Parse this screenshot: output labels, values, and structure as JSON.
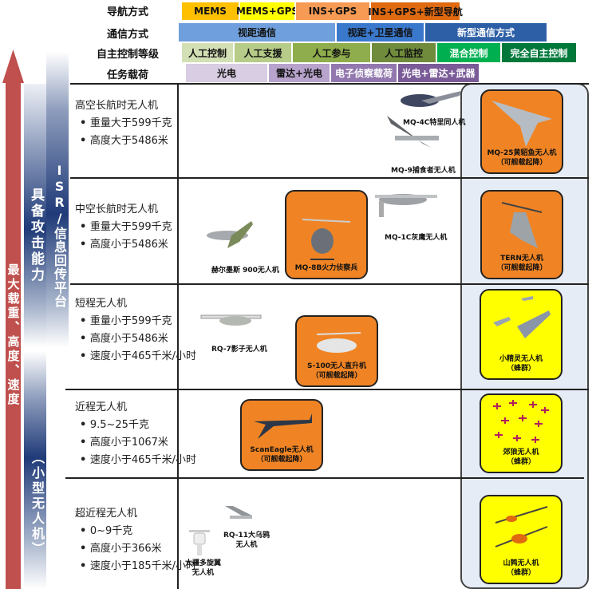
{
  "header": {
    "rows": [
      {
        "label": "导航方式",
        "segments": [
          {
            "text": "MEMS",
            "color": "#ffc000"
          },
          {
            "text": "MEMS+GPS",
            "color": "#ffff00"
          },
          {
            "text": "INS+GPS",
            "color": "#f79a54"
          },
          {
            "text": "INS+GPS+新型导航",
            "color": "#e06a10"
          }
        ]
      },
      {
        "label": "通信方式",
        "segments": [
          {
            "text": "视距通信",
            "color": "#6f9fdc"
          },
          {
            "text": "视距+卫星通信",
            "color": "#3a78cc"
          },
          {
            "text": "新型通信方式",
            "color": "#2d5fa6"
          }
        ]
      },
      {
        "label": "自主控制等级",
        "segments": [
          {
            "text": "人工控制",
            "color": "#d3dfb4"
          },
          {
            "text": "人工支援",
            "color": "#b6cc88"
          },
          {
            "text": "人工参与",
            "color": "#8fad4c"
          },
          {
            "text": "人工监控",
            "color": "#6f8b3b"
          },
          {
            "text": "混合控制",
            "color": "#00b050"
          },
          {
            "text": "完全自主控制",
            "color": "#00783a"
          }
        ]
      },
      {
        "label": "任务载荷",
        "segments": [
          {
            "text": "光电",
            "color": "#d8cde3"
          },
          {
            "text": "雷达+光电",
            "color": "#b7a3cb"
          },
          {
            "text": "电子侦察载荷",
            "color": "#9278ae"
          },
          {
            "text": "光电+雷达+武器",
            "color": "#7a5b98"
          }
        ]
      }
    ]
  },
  "side": {
    "payload_arrow": "最大载重、高度、速度",
    "attack": "具备攻击能力",
    "isr": "ISR/信息回传平台",
    "small": "（小型无人机）"
  },
  "categories": [
    {
      "title": "高空长航时无人机",
      "specs": [
        "重量大于599千克",
        "高度大于5486米"
      ]
    },
    {
      "title": "中空长航时无人机",
      "specs": [
        "重量大于599千克",
        "高度小于5486米"
      ]
    },
    {
      "title": "短程无人机",
      "specs": [
        "重量小于599千克",
        "高度小于5486米",
        "速度小于465千米/小时"
      ]
    },
    {
      "title": "近程无人机",
      "specs": [
        "9.5~25千克",
        "高度小于1067米",
        "速度小于465千米/小时"
      ]
    },
    {
      "title": "超近程无人机",
      "specs": [
        "0~9千克",
        "高度小于366米",
        "速度小于185千米/小时"
      ]
    }
  ],
  "drones": {
    "mq4c": "MQ-4C特里同人机",
    "mq9": "MQ-9捕食者无人机",
    "mq25": [
      "MQ-25黄貂鱼无人机",
      "（可舰载起降）"
    ],
    "hermes": "赫尔墨斯 900无人机",
    "mq8b": "MQ-8B火力侦察兵",
    "mq1c": "MQ-1C灰鹰无人机",
    "tern": [
      "TERN无人机",
      "（可舰载起降）"
    ],
    "rq7": "RQ-7影子无人机",
    "s100": [
      "S-100无人直升机",
      "（可舰载起降）"
    ],
    "gremlins": [
      "小精灵无人机",
      "（蜂群）"
    ],
    "scaneagle": [
      "ScanEagle无人机",
      "（可舰载起降）"
    ],
    "coyote": [
      "郊狼无人机",
      "（蜂群）"
    ],
    "rq11": [
      "RQ-11大乌鸦",
      "无人机"
    ],
    "dji": [
      "大疆多旋翼",
      "无人机"
    ],
    "perdix": [
      "山鹑无人机",
      "（蜂群）"
    ]
  }
}
